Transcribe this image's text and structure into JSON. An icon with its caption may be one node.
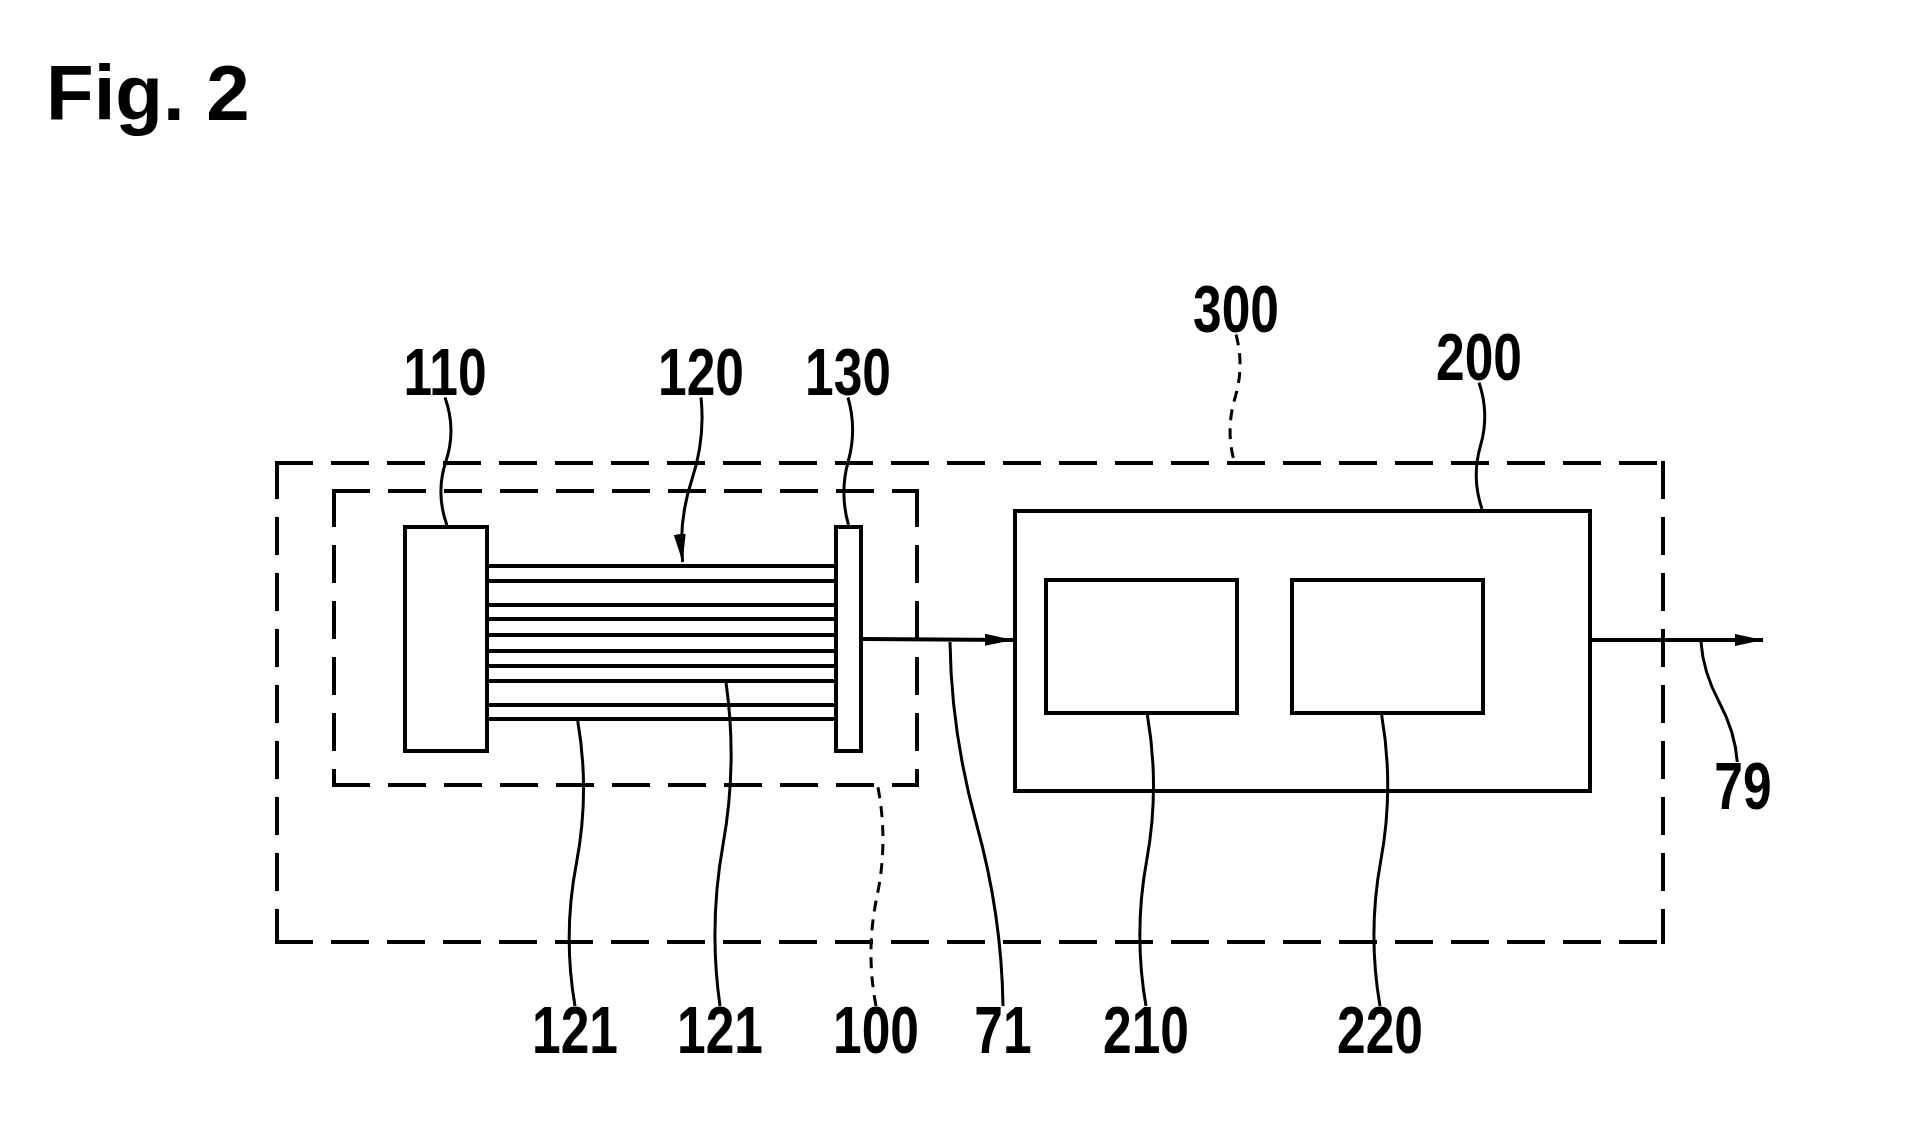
{
  "diagram": {
    "title": "Fig. 2",
    "nodes": [
      {
        "text": [
          "300"
        ]
      },
      {
        "text": [
          "110"
        ]
      },
      {
        "text": [
          "120"
        ]
      },
      {
        "text": [
          "130"
        ]
      },
      {
        "text": [
          "200"
        ]
      },
      {
        "text": [],
        "shape": "box"
      },
      {
        "text": [],
        "shape": "box",
        "in": 5
      },
      {
        "text": [],
        "shape": "box",
        "in": 6
      },
      {
        "text": [],
        "shape": "picture",
        "in": 6
      },
      {
        "text": [],
        "shape": "bar",
        "in": 8
      },
      {
        "text": [],
        "shape": "bar",
        "in": 8
      },
      {
        "text": [],
        "shape": "bar",
        "in": 8
      },
      {
        "text": [],
        "shape": "bar",
        "in": 8
      },
      {
        "text": [],
        "shape": "bar",
        "in": 8
      },
      {
        "text": [],
        "shape": "bar",
        "in": 8
      },
      {
        "text": [],
        "shape": "bar",
        "in": 8
      },
      {
        "text": [],
        "shape": "bar",
        "in": 8
      },
      {
        "text": [],
        "shape": "bar",
        "in": 8
      },
      {
        "text": [],
        "shape": "bar",
        "in": 8
      },
      {
        "text": [],
        "shape": "box",
        "in": 6
      },
      {
        "text": [],
        "shape": "box",
        "in": 5
      },
      {
        "text": [],
        "shape": "box",
        "in": 20
      },
      {
        "text": [],
        "shape": "box",
        "in": 20
      },
      {
        "text": [
          "79"
        ]
      },
      {
        "text": [
          "121"
        ]
      },
      {
        "text": [
          "121"
        ]
      },
      {
        "text": [
          "100"
        ]
      },
      {
        "text": [
          "71"
        ]
      },
      {
        "text": [
          "210"
        ]
      },
      {
        "text": [
          "220"
        ]
      }
    ],
    "edges": [
      {
        "from": 0,
        "to": 5,
        "arrow": "none",
        "style": "dashed"
      },
      {
        "from": 1,
        "to": 7,
        "arrow": "none"
      },
      {
        "from": 2,
        "to": 8,
        "arrow": "to"
      },
      {
        "from": 3,
        "to": 19,
        "arrow": "none"
      },
      {
        "from": 4,
        "to": 20,
        "arrow": "none"
      },
      {
        "from": 19,
        "to": 20,
        "arrow": "to"
      },
      {
        "from": 20,
        "to": null,
        "arrow": "to"
      },
      {
        "from": 23,
        "to": null,
        "arrow": "none"
      },
      {
        "from": 24,
        "to": 18,
        "arrow": "none"
      },
      {
        "from": 25,
        "to": 16,
        "arrow": "none"
      },
      {
        "from": 26,
        "to": 6,
        "arrow": "none",
        "style": "dashed"
      },
      {
        "from": 27,
        "to": null,
        "arrow": "none"
      },
      {
        "from": 28,
        "to": 21,
        "arrow": "none"
      },
      {
        "from": 29,
        "to": 22,
        "arrow": "none"
      }
    ]
  }
}
